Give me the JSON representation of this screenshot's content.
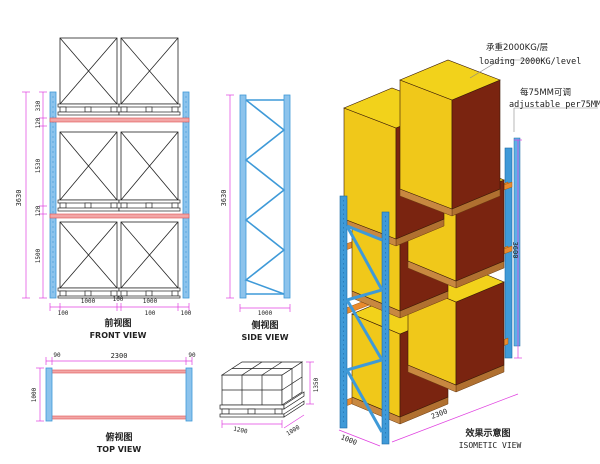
{
  "front_view": {
    "caption_cn": "前视图",
    "caption_en": "FRONT VIEW",
    "dims": {
      "height_total": "3630",
      "d_top": "330",
      "d_120a": "120",
      "d_1530": "1530",
      "d_120b": "120",
      "d_1500": "1500",
      "width_left": "1000",
      "width_right": "1000",
      "gap_100a": "100",
      "gap_100b": "100",
      "gap_100c": "100",
      "gap_100d": "100"
    }
  },
  "side_view": {
    "caption_cn": "侧视图",
    "caption_en": "SIDE VIEW",
    "dims": {
      "height": "3630",
      "depth": "1000"
    }
  },
  "top_view": {
    "caption_cn": "俯视图",
    "caption_en": "TOP VIEW",
    "dims": {
      "left": "90",
      "length": "2300",
      "right": "90",
      "depth": "1000"
    }
  },
  "pallet": {
    "dims": {
      "height": "1350",
      "width": "1200",
      "depth": "1000"
    }
  },
  "isometric": {
    "caption_cn": "效果示意图",
    "caption_en": "ISOMETIC VIEW",
    "note_load_cn": "承重2000KG/层",
    "note_load_en": "loading 2000KG/level",
    "note_adjust_cn": "每75MM可调",
    "note_adjust_en": "adjustable per75MM",
    "dims": {
      "height": "3600",
      "length": "2300",
      "depth": "1000"
    }
  },
  "colors": {
    "upright": "#3f9ad8",
    "beam": "#e98b2e",
    "dim_line": "#e040e0",
    "box_top": "#f2d21b",
    "box_side": "#7a2410",
    "pallet": "#b07030",
    "outline": "#222222"
  }
}
